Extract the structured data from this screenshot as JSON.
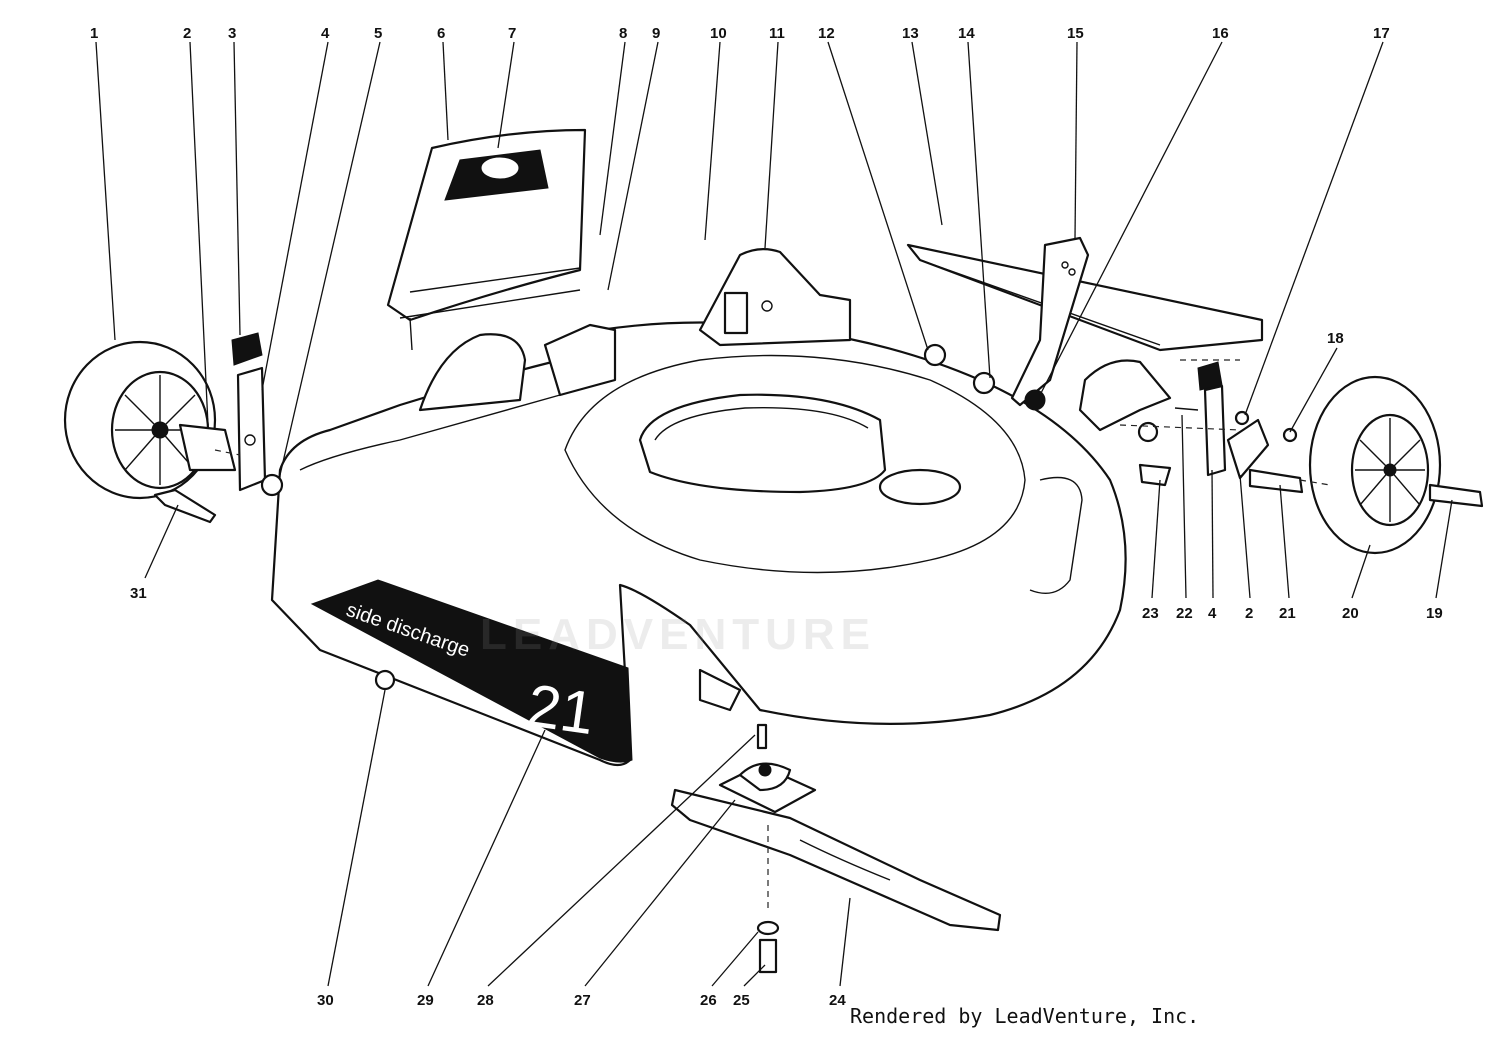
{
  "diagram": {
    "credit": "Rendered by LeadVenture, Inc.",
    "watermark": "LEADVENTURE",
    "decal_text": "side discharge",
    "decal_number": "21",
    "callouts": [
      {
        "id": "1",
        "label": "1"
      },
      {
        "id": "2a",
        "label": "2"
      },
      {
        "id": "3",
        "label": "3"
      },
      {
        "id": "4a",
        "label": "4"
      },
      {
        "id": "5",
        "label": "5"
      },
      {
        "id": "6",
        "label": "6"
      },
      {
        "id": "7",
        "label": "7"
      },
      {
        "id": "8",
        "label": "8"
      },
      {
        "id": "9",
        "label": "9"
      },
      {
        "id": "10",
        "label": "10"
      },
      {
        "id": "11",
        "label": "11"
      },
      {
        "id": "12",
        "label": "12"
      },
      {
        "id": "13",
        "label": "13"
      },
      {
        "id": "14",
        "label": "14"
      },
      {
        "id": "15",
        "label": "15"
      },
      {
        "id": "16",
        "label": "16"
      },
      {
        "id": "17",
        "label": "17"
      },
      {
        "id": "18",
        "label": "18"
      },
      {
        "id": "19",
        "label": "19"
      },
      {
        "id": "20",
        "label": "20"
      },
      {
        "id": "21",
        "label": "21"
      },
      {
        "id": "2b",
        "label": "2"
      },
      {
        "id": "4b",
        "label": "4"
      },
      {
        "id": "22",
        "label": "22"
      },
      {
        "id": "23",
        "label": "23"
      },
      {
        "id": "31",
        "label": "31"
      },
      {
        "id": "30",
        "label": "30"
      },
      {
        "id": "29",
        "label": "29"
      },
      {
        "id": "28",
        "label": "28"
      },
      {
        "id": "27",
        "label": "27"
      },
      {
        "id": "26",
        "label": "26"
      },
      {
        "id": "25",
        "label": "25"
      },
      {
        "id": "24",
        "label": "24"
      }
    ]
  }
}
